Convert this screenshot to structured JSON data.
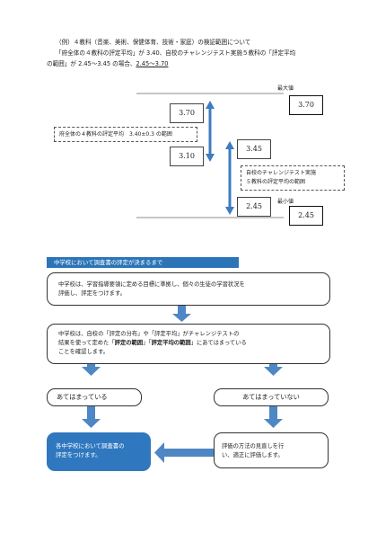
{
  "intro": {
    "line1": "（例）４教科（音楽、美術、保健体育、技術・家庭）の検証範囲について",
    "line2": "「府全体の４教科の評定平均」が 3.40、自校のチャレンジテスト実施５教科の「評定平均",
    "line3_a": "の範囲」が 2.45～3.45 の場合、",
    "line3_b": "2.45～3.70"
  },
  "diagram": {
    "max_label": "最大値",
    "min_label": "最小値",
    "box_top_left": "3.70",
    "box_top_right": "3.70",
    "box_mid_left": "3.10",
    "box_mid_right": "3.45",
    "box_bottom_left": "2.45",
    "box_bottom_right": "2.45",
    "pref_range_label": "府全体の４教科の評定平均　3.40±0.3 の範囲",
    "school_range_line1": "自校のチャレンジテスト実施",
    "school_range_line2": "５教科の評定平均の範囲"
  },
  "flow": {
    "header": "中学校において調査書の評定が決まるまで",
    "step1_l1": "中学校は、学習指導要領に定める目標に準拠し、個々の生徒の学習状況を",
    "step1_l2": "評価し、評定をつけます。",
    "step2_l1": "中学校は、自校の「評定の分布」や「評定平均」がチャレンジテストの",
    "step2_l2a": "結果を使って定めた「",
    "step2_l2b": "評定の範囲",
    "step2_l2c": "」「",
    "step2_l2d": "評定平均の範囲",
    "step2_l2e": "」にあてはまっている",
    "step2_l3": "ことを確認します。",
    "yes_label": "あてはまっている",
    "no_label": "あてはまっていない",
    "result_l1": "各中学校において調査書の",
    "result_l2": "評定をつけます。",
    "review_l1": "評価の方法の見直しを行",
    "review_l2": "い、適正に評価します。"
  },
  "colors": {
    "accent": "#2b74b8",
    "arrow": "#4f87c4"
  }
}
